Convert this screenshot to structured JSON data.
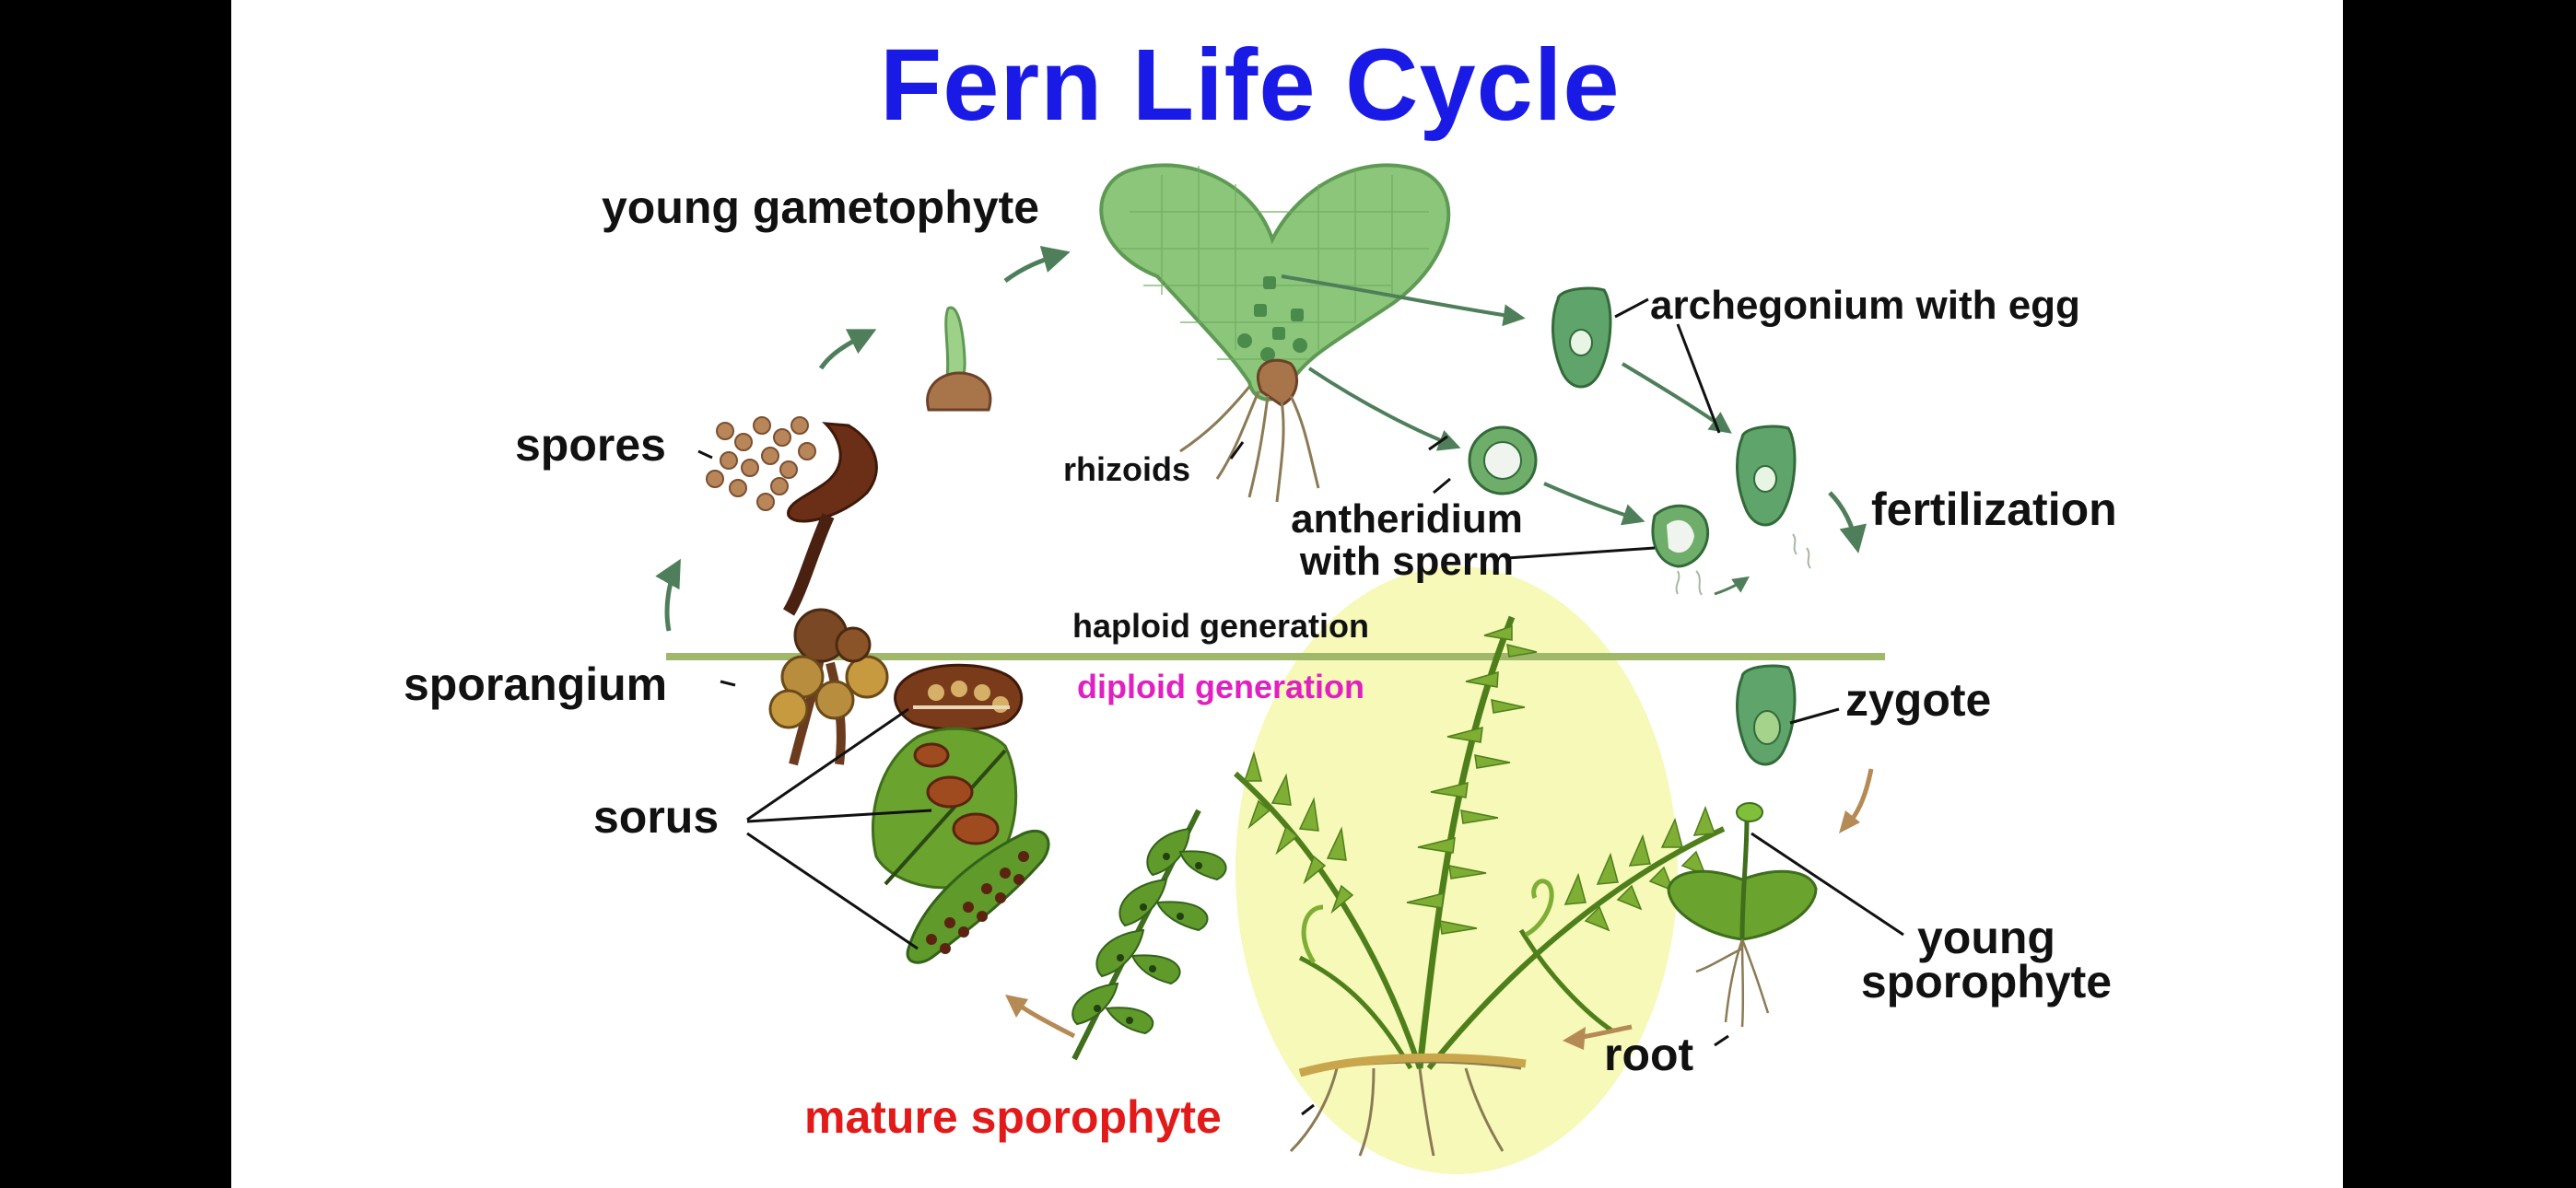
{
  "title": "Fern Life Cycle",
  "labels": {
    "young_gametophyte": "young gametophyte",
    "archegonium": "archegonium with egg",
    "spores": "spores",
    "rhizoids": "rhizoids",
    "antheridium_line1": "antheridium",
    "antheridium_line2": "with sperm",
    "fertilization": "fertilization",
    "haploid": "haploid generation",
    "diploid": "diploid generation",
    "sporangium": "sporangium",
    "zygote": "zygote",
    "sorus": "sorus",
    "young_sporophyte_line1": "young",
    "young_sporophyte_line2": "sporophyte",
    "root": "root",
    "mature_sporophyte": "mature sporophyte"
  },
  "colors": {
    "title": "#1a1ae6",
    "mature_sporophyte": "#e21a1a",
    "diploid": "#e020c0",
    "haploid_line": "#9fb86a",
    "leaf_green": "#6aa32e",
    "gametophyte_green": "#8cc67a",
    "arrow_green": "#4f7f5a",
    "arrow_brown": "#b58a55",
    "spore_brown": "#a8744a",
    "highlight": "#f6f9b8"
  }
}
